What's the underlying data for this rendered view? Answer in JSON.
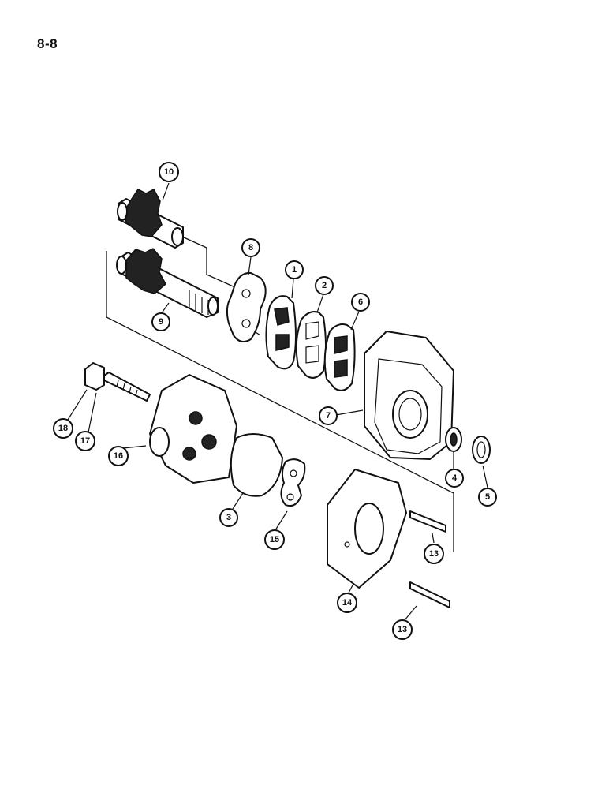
{
  "page_number": "8-8",
  "callouts": [
    {
      "id": "c10",
      "label": "10"
    },
    {
      "id": "c8",
      "label": "8"
    },
    {
      "id": "c1",
      "label": "1"
    },
    {
      "id": "c2",
      "label": "2"
    },
    {
      "id": "c6",
      "label": "6"
    },
    {
      "id": "c9",
      "label": "9"
    },
    {
      "id": "c7",
      "label": "7"
    },
    {
      "id": "c18",
      "label": "18"
    },
    {
      "id": "c17",
      "label": "17"
    },
    {
      "id": "c16",
      "label": "16"
    },
    {
      "id": "c3",
      "label": "3"
    },
    {
      "id": "c15",
      "label": "15"
    },
    {
      "id": "c4",
      "label": "4"
    },
    {
      "id": "c5",
      "label": "5"
    },
    {
      "id": "c13a",
      "label": "13"
    },
    {
      "id": "c14",
      "label": "14"
    },
    {
      "id": "c13b",
      "label": "13"
    }
  ]
}
